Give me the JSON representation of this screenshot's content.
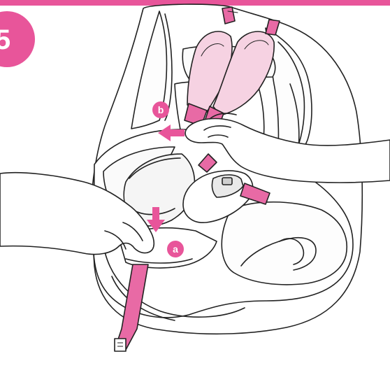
{
  "step": {
    "number": "5"
  },
  "callouts": {
    "a": "a",
    "b": "b"
  },
  "colors": {
    "accent": "#E8559A",
    "strap": "#E86AA5",
    "pad": "#F6D2E2",
    "outline": "#222222"
  }
}
